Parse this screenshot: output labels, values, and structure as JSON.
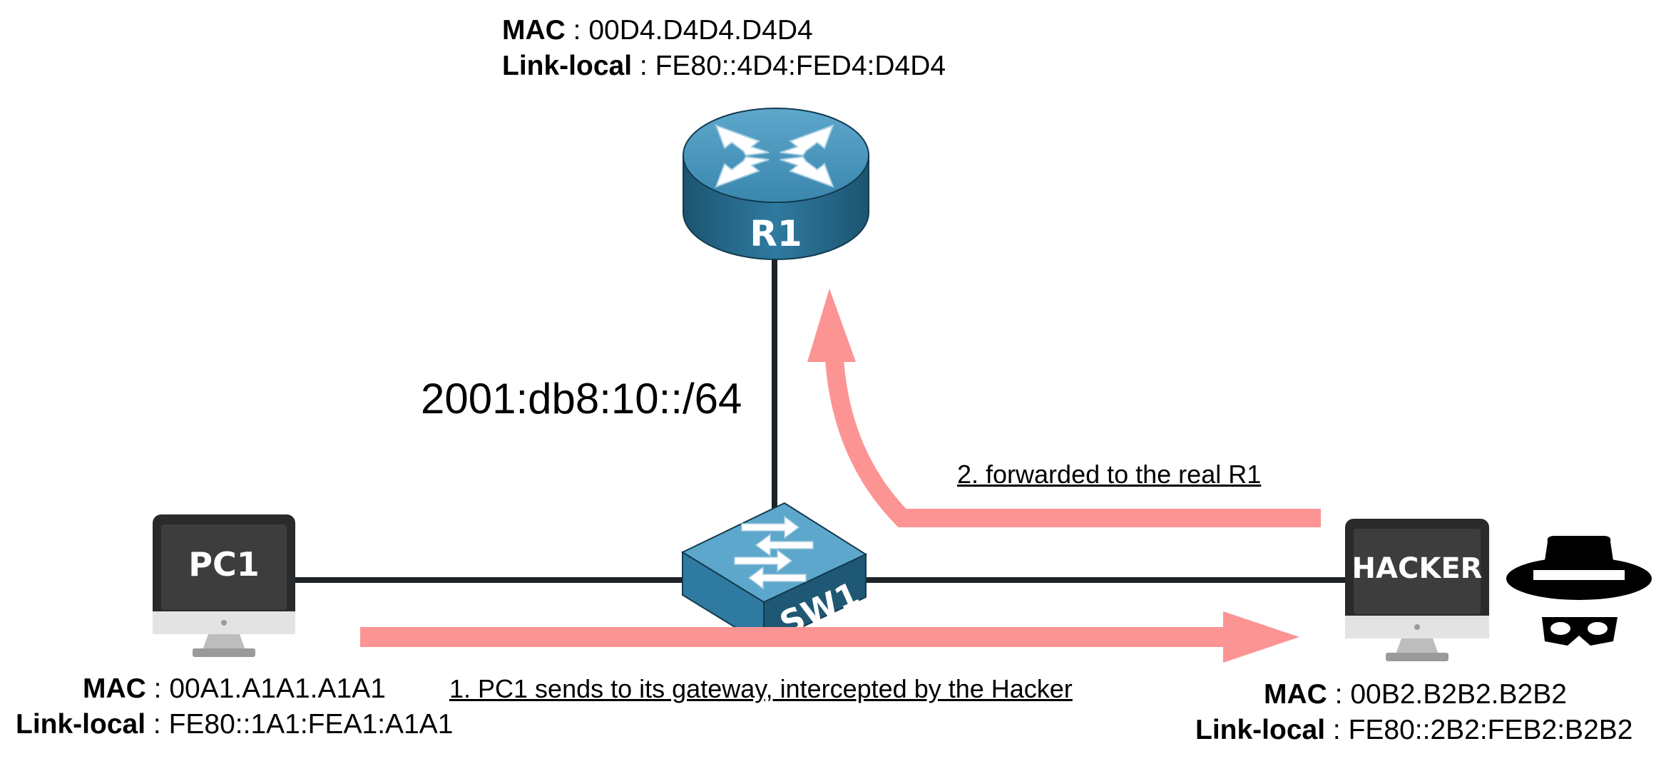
{
  "devices": {
    "router": {
      "name": "R1",
      "mac_key": "MAC",
      "mac": "00D4.D4D4.D4D4",
      "ll_key": "Link-local",
      "ll": "FE80::4D4:FED4:D4D4"
    },
    "switch": {
      "name": "SW1"
    },
    "pc": {
      "name": "PC1",
      "mac_key": "MAC",
      "mac": "00A1.A1A1.A1A1",
      "ll_key": "Link-local",
      "ll": "FE80::1A1:FEA1:A1A1"
    },
    "hacker": {
      "name": "HACKER",
      "mac_key": "MAC",
      "mac": "00B2.B2B2.B2B2",
      "ll_key": "Link-local",
      "ll": "FE80::2B2:FEB2:B2B2"
    }
  },
  "subnet": "2001:db8:10::/64",
  "flows": {
    "step1": "1. PC1 sends to its gateway, intercepted by the Hacker",
    "step2": "2. forwarded to the real R1"
  },
  "colors": {
    "arrow": "#fc9494",
    "device_blue": "#3a86ad",
    "device_dark": "#1f5874",
    "screen": "#3d3d3d",
    "link": "#1e2328"
  }
}
